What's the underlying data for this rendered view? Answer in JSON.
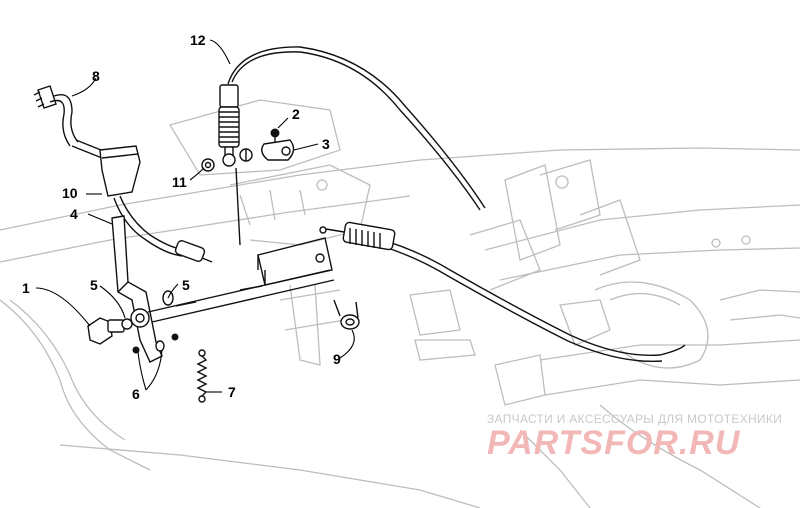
{
  "diagram": {
    "callouts": [
      {
        "id": "label-1",
        "text": "1"
      },
      {
        "id": "label-2",
        "text": "2"
      },
      {
        "id": "label-3",
        "text": "3"
      },
      {
        "id": "label-4",
        "text": "4"
      },
      {
        "id": "label-5a",
        "text": "5"
      },
      {
        "id": "label-5b",
        "text": "5"
      },
      {
        "id": "label-6",
        "text": "6"
      },
      {
        "id": "label-7",
        "text": "7"
      },
      {
        "id": "label-8",
        "text": "8"
      },
      {
        "id": "label-9",
        "text": "9"
      },
      {
        "id": "label-10",
        "text": "10"
      },
      {
        "id": "label-11",
        "text": "11"
      },
      {
        "id": "label-12",
        "text": "12"
      }
    ]
  },
  "watermark": {
    "tagline": "ЗАПЧАСТИ И АКСЕССУАРЫ ДЛЯ МОТОТЕХНИКИ",
    "logo": "PARTSFOR.RU"
  }
}
